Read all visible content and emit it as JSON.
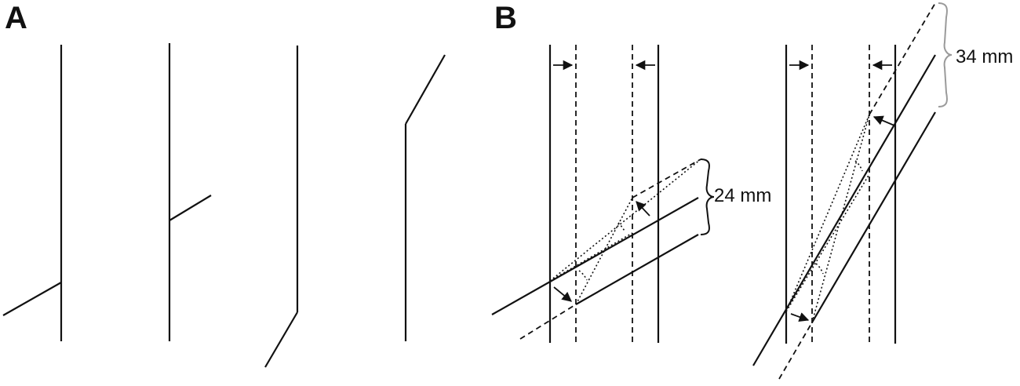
{
  "panels": [
    {
      "label": "A"
    },
    {
      "label": "B"
    }
  ],
  "measurements": [
    {
      "label": "24 mm"
    },
    {
      "label": "34 mm"
    }
  ]
}
